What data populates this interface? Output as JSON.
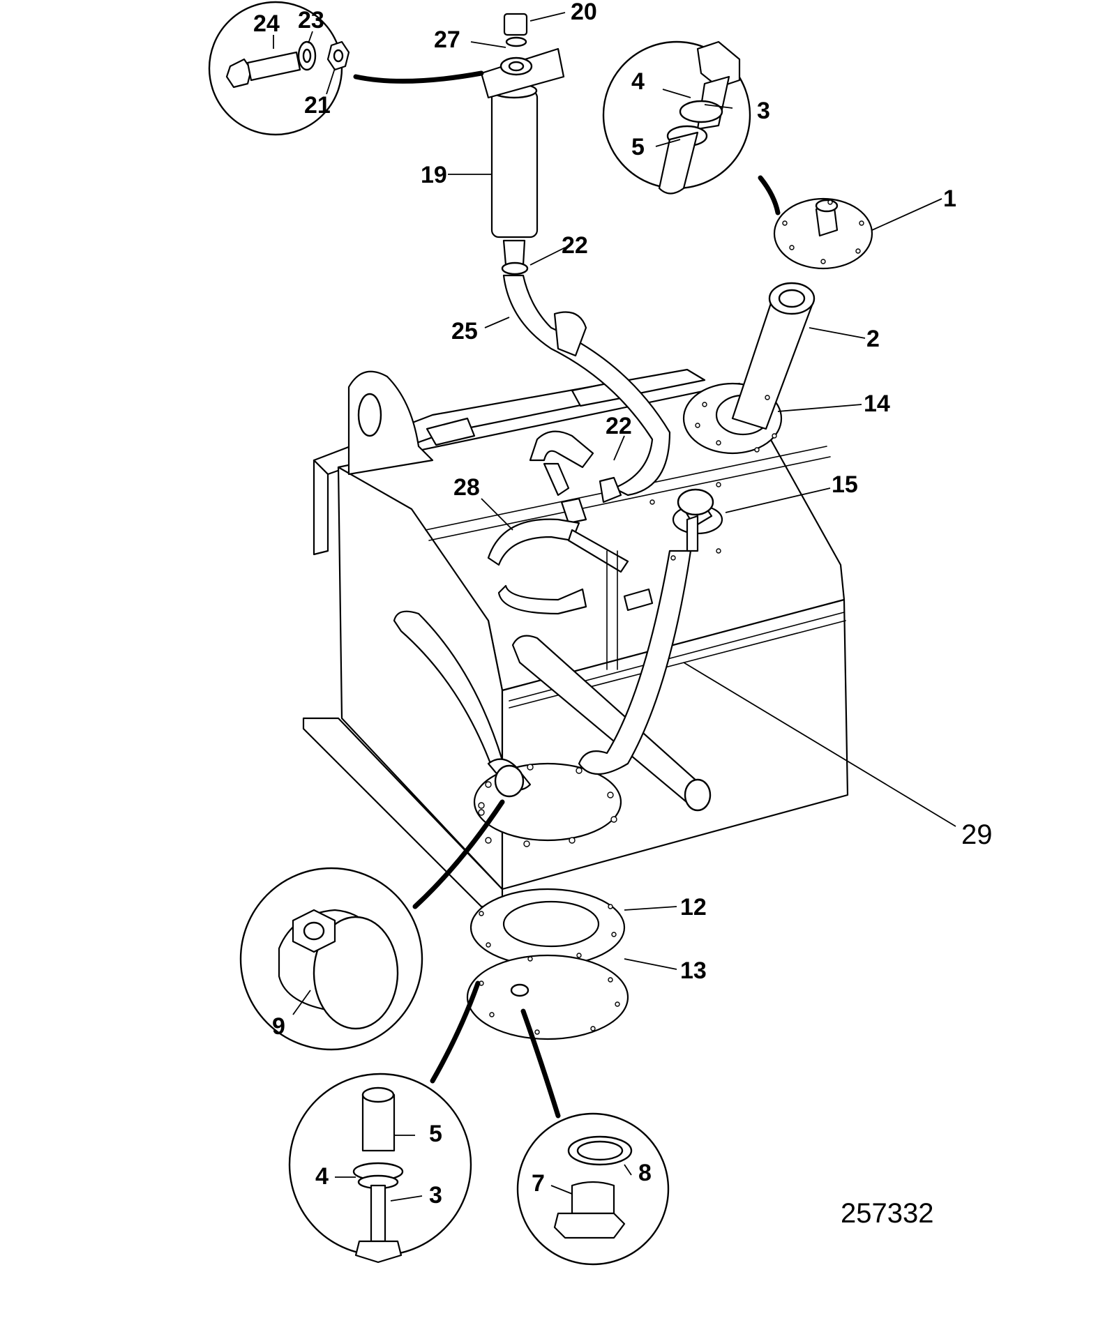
{
  "drawing_number": "257332",
  "callouts": {
    "c1": "1",
    "c2": "2",
    "c3": "3",
    "c3b": "3",
    "c4": "4",
    "c4b": "4",
    "c5": "5",
    "c5b": "5",
    "c7": "7",
    "c8": "8",
    "c9": "9",
    "c12": "12",
    "c13": "13",
    "c14": "14",
    "c15": "15",
    "c19": "19",
    "c20": "20",
    "c21": "21",
    "c22": "22",
    "c22b": "22",
    "c23": "23",
    "c24": "24",
    "c25": "25",
    "c27": "27",
    "c28": "28",
    "c29": "29"
  }
}
